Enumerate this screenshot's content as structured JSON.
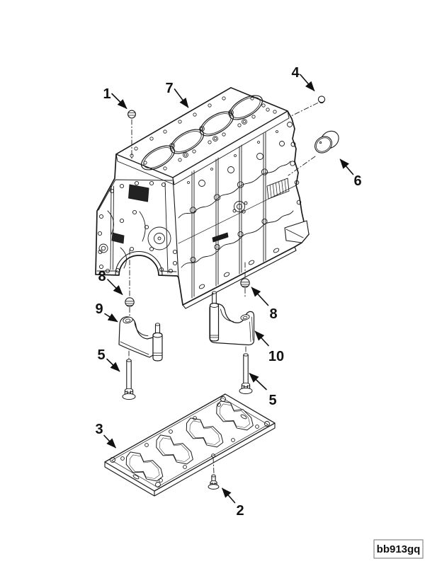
{
  "figure": {
    "code": "bb913gq",
    "background": "#ffffff",
    "line_color": "#1a1a1a"
  },
  "callouts": [
    {
      "label": "1"
    },
    {
      "label": "7"
    },
    {
      "label": "4"
    },
    {
      "label": "6"
    },
    {
      "label": "8"
    },
    {
      "label": "9"
    },
    {
      "label": "5"
    },
    {
      "label": "8"
    },
    {
      "label": "10"
    },
    {
      "label": "5"
    },
    {
      "label": "3"
    },
    {
      "label": "2"
    }
  ]
}
